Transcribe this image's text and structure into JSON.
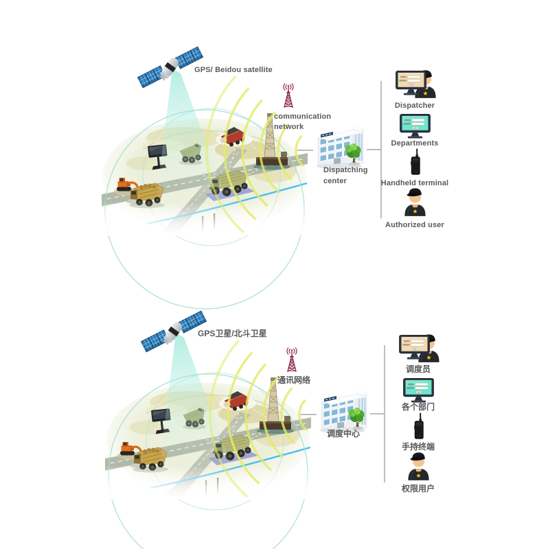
{
  "diagrams": {
    "top": {
      "language": "en",
      "satellite_label": "GPS/ Beidou satellite",
      "network_label": [
        "communication",
        "network"
      ],
      "dispatch_center_label": [
        "Dispatching",
        "center"
      ],
      "roles": [
        {
          "icon": "dispatcher-workstation-icon",
          "label": "Dispatcher"
        },
        {
          "icon": "departments-monitor-icon",
          "label": "Departments"
        },
        {
          "icon": "handheld-terminal-icon",
          "label": "Handheld terminal"
        },
        {
          "icon": "authorized-user-icon",
          "label": "Authorized user"
        }
      ]
    },
    "bottom": {
      "language": "zh",
      "satellite_label": "GPS卫星/北斗卫星",
      "network_label": [
        "通讯网络",
        ""
      ],
      "dispatch_center_label": [
        "调度中心",
        ""
      ],
      "roles": [
        {
          "icon": "dispatcher-workstation-icon",
          "label": "调度员"
        },
        {
          "icon": "departments-monitor-icon",
          "label": "各个部门"
        },
        {
          "icon": "handheld-terminal-icon",
          "label": "手持终端"
        },
        {
          "icon": "authorized-user-icon",
          "label": "权限用户"
        }
      ]
    }
  },
  "colors": {
    "signal_arc_yellow": "#e4eb69",
    "beam_teal": "#7fe0cd",
    "tower_maroon": "#8e2140",
    "solar_panel_blue": "#2a79b4",
    "dispatcher_screen": "#f2d9b0",
    "departments_screen": "#6ce6d0",
    "label_text": "#57585a",
    "connector_line": "#b0b2b5",
    "star_yellow": "#f3c41d"
  }
}
